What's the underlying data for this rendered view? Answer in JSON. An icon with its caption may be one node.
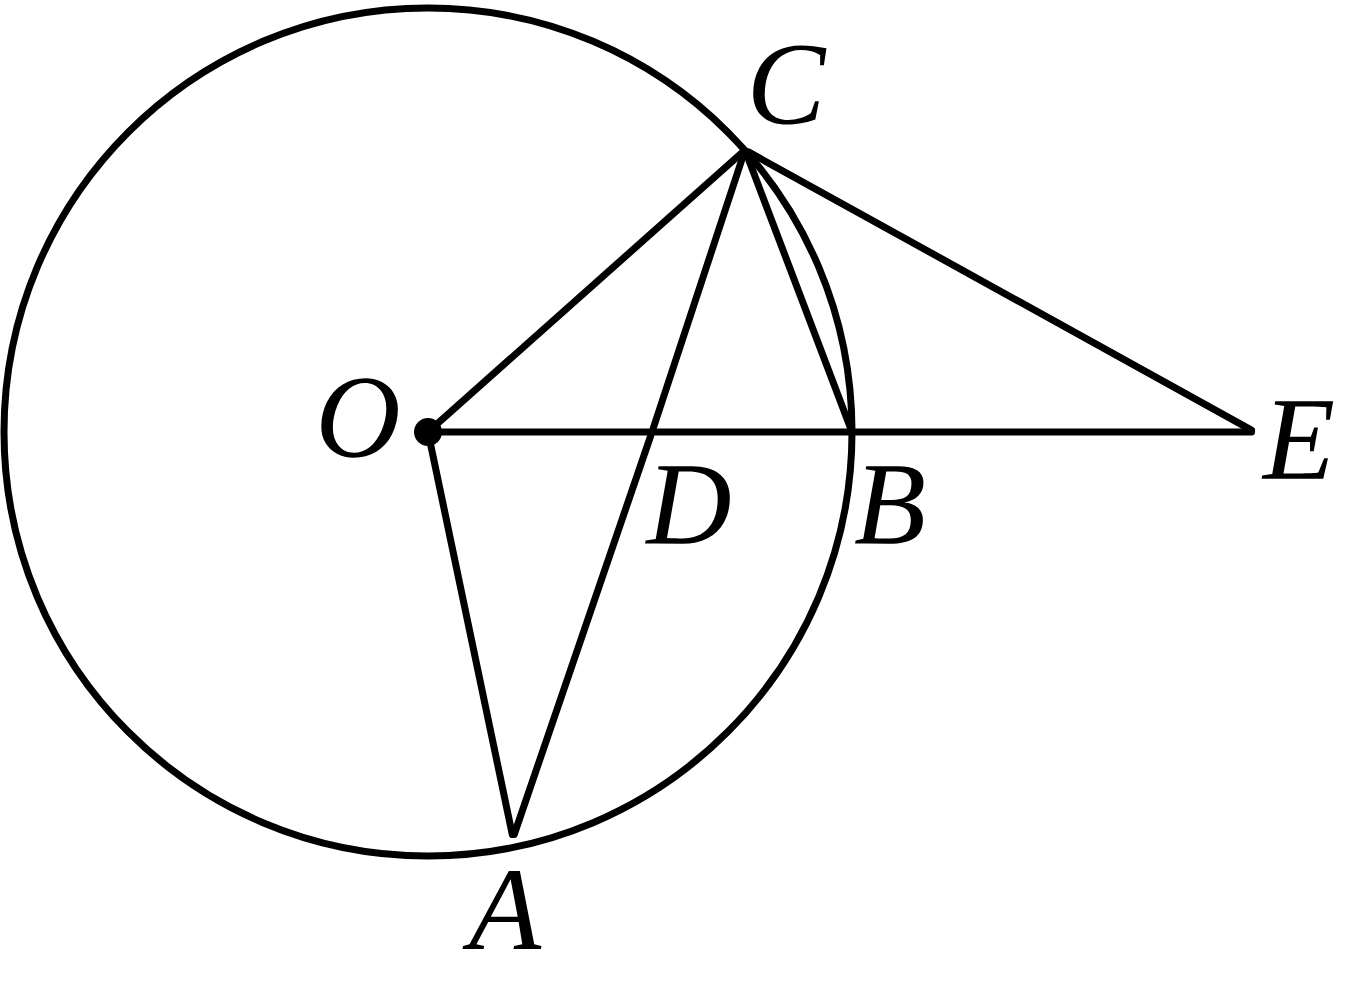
{
  "diagram": {
    "nodes": [
      {
        "text": [
          "O"
        ]
      },
      {
        "text": [
          "C"
        ]
      },
      {
        "text": [
          "E"
        ]
      },
      {
        "text": [
          "D"
        ]
      },
      {
        "text": [
          "B"
        ]
      },
      {
        "text": [
          "A"
        ]
      }
    ],
    "edges": [
      {
        "from": 0,
        "to": 1,
        "arrow": "none"
      },
      {
        "from": 1,
        "to": 2,
        "arrow": "none"
      },
      {
        "from": 0,
        "to": 3,
        "arrow": "none"
      },
      {
        "from": 3,
        "to": 4,
        "arrow": "none"
      },
      {
        "from": 4,
        "to": 2,
        "arrow": "none"
      },
      {
        "from": 1,
        "to": 3,
        "arrow": "none"
      },
      {
        "from": 3,
        "to": 5,
        "arrow": "none"
      },
      {
        "from": 1,
        "to": 4,
        "arrow": "none"
      },
      {
        "from": 0,
        "to": 5,
        "arrow": "none"
      }
    ]
  }
}
